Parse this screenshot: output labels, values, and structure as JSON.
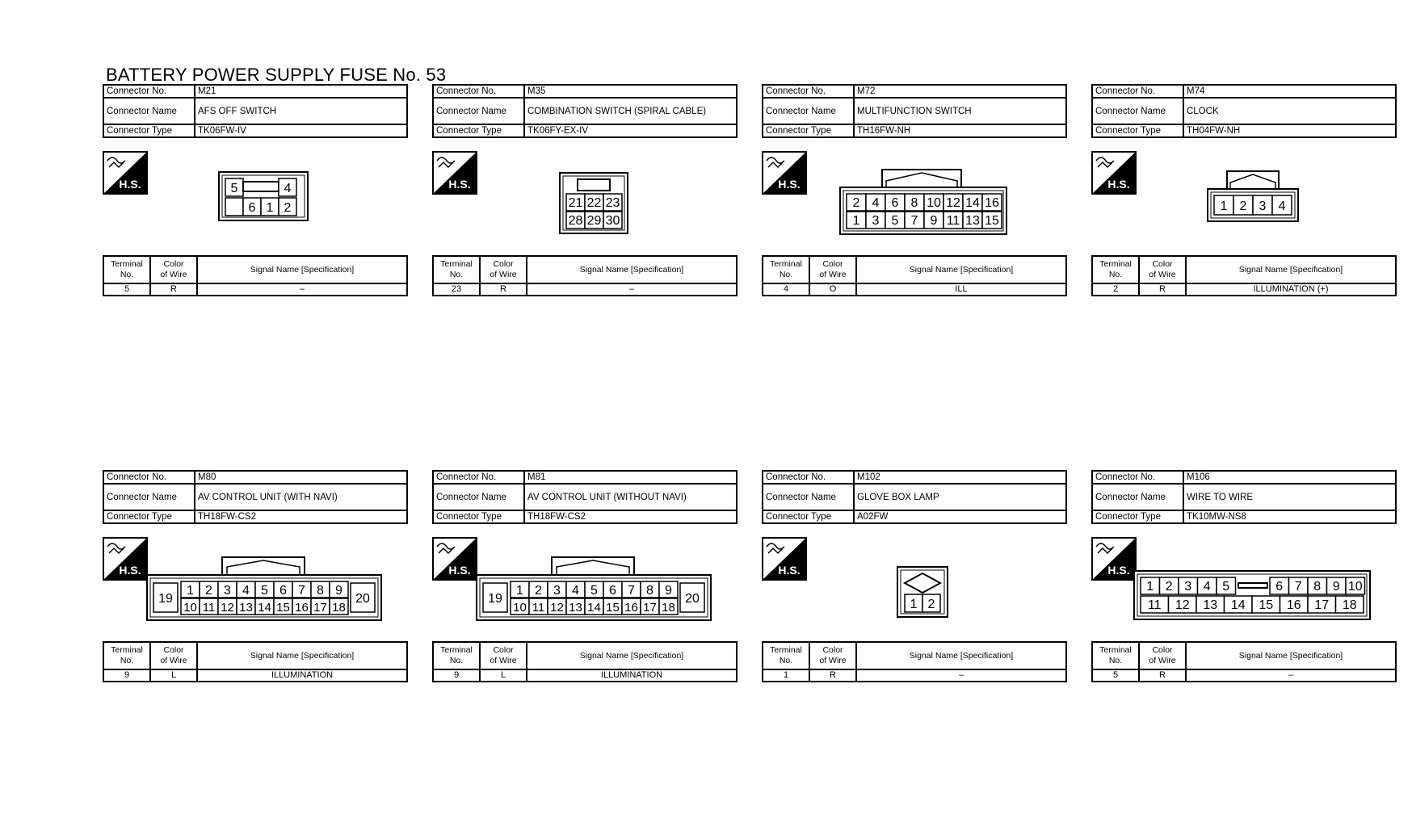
{
  "title": "BATTERY POWER SUPPLY FUSE No. 53",
  "labels": {
    "connector_no": "Connector No.",
    "connector_name": "Connector Name",
    "connector_type": "Connector Type",
    "terminal_no": [
      "Terminal",
      "No."
    ],
    "color_of_wire": [
      "Color",
      "of Wire"
    ],
    "signal_name": "Signal Name [Specification]",
    "hs": "H.S."
  },
  "connectors": [
    {
      "no": "M21",
      "name": "AFS OFF SWITCH",
      "type": "TK06FW-IV",
      "terminal": "5",
      "color": "R",
      "signal": "–",
      "pins": {
        "a": "5",
        "b": "4",
        "c": "6",
        "d": "1",
        "e": "2"
      }
    },
    {
      "no": "M35",
      "name": "COMBINATION SWITCH (SPIRAL CABLE)",
      "type": "TK06FY-EX-IV",
      "terminal": "23",
      "color": "R",
      "signal": "–",
      "pins": {
        "top": [
          "21",
          "22",
          "23"
        ],
        "bottom": [
          "28",
          "29",
          "30"
        ]
      }
    },
    {
      "no": "M72",
      "name": "MULTIFUNCTION SWITCH",
      "type": "TH16FW-NH",
      "terminal": "4",
      "color": "O",
      "signal": "ILL",
      "pins": {
        "top": [
          "2",
          "4",
          "6",
          "8",
          "10",
          "12",
          "14",
          "16"
        ],
        "bottom": [
          "1",
          "3",
          "5",
          "7",
          "9",
          "11",
          "13",
          "15"
        ]
      }
    },
    {
      "no": "M74",
      "name": "CLOCK",
      "type": "TH04FW-NH",
      "terminal": "2",
      "color": "R",
      "signal": "ILLUMINATION (+)",
      "pins": {
        "row": [
          "1",
          "2",
          "3",
          "4"
        ]
      }
    },
    {
      "no": "M80",
      "name": "AV CONTROL UNIT (WITH NAVI)",
      "type": "TH18FW-CS2",
      "terminal": "9",
      "color": "L",
      "signal": "ILLUMINATION",
      "pins": {
        "left": "19",
        "right": "20",
        "top": [
          "1",
          "2",
          "3",
          "4",
          "5",
          "6",
          "7",
          "8",
          "9"
        ],
        "bottom": [
          "10",
          "11",
          "12",
          "13",
          "14",
          "15",
          "16",
          "17",
          "18"
        ]
      }
    },
    {
      "no": "M81",
      "name": "AV CONTROL UNIT (WITHOUT NAVI)",
      "type": "TH18FW-CS2",
      "terminal": "9",
      "color": "L",
      "signal": "ILLUMINATION",
      "pins": {
        "left": "19",
        "right": "20",
        "top": [
          "1",
          "2",
          "3",
          "4",
          "5",
          "6",
          "7",
          "8",
          "9"
        ],
        "bottom": [
          "10",
          "11",
          "12",
          "13",
          "14",
          "15",
          "16",
          "17",
          "18"
        ]
      }
    },
    {
      "no": "M102",
      "name": "GLOVE BOX LAMP",
      "type": "A02FW",
      "terminal": "1",
      "color": "R",
      "signal": "–",
      "pins": {
        "row": [
          "1",
          "2"
        ]
      }
    },
    {
      "no": "M106",
      "name": "WIRE TO WIRE",
      "type": "TK10MW-NS8",
      "terminal": "5",
      "color": "R",
      "signal": "–",
      "pins": {
        "topL": [
          "1",
          "2",
          "3",
          "4",
          "5"
        ],
        "topR": [
          "6",
          "7",
          "8",
          "9",
          "10"
        ],
        "bottom": [
          "11",
          "12",
          "13",
          "14",
          "15",
          "16",
          "17",
          "18"
        ]
      }
    }
  ]
}
